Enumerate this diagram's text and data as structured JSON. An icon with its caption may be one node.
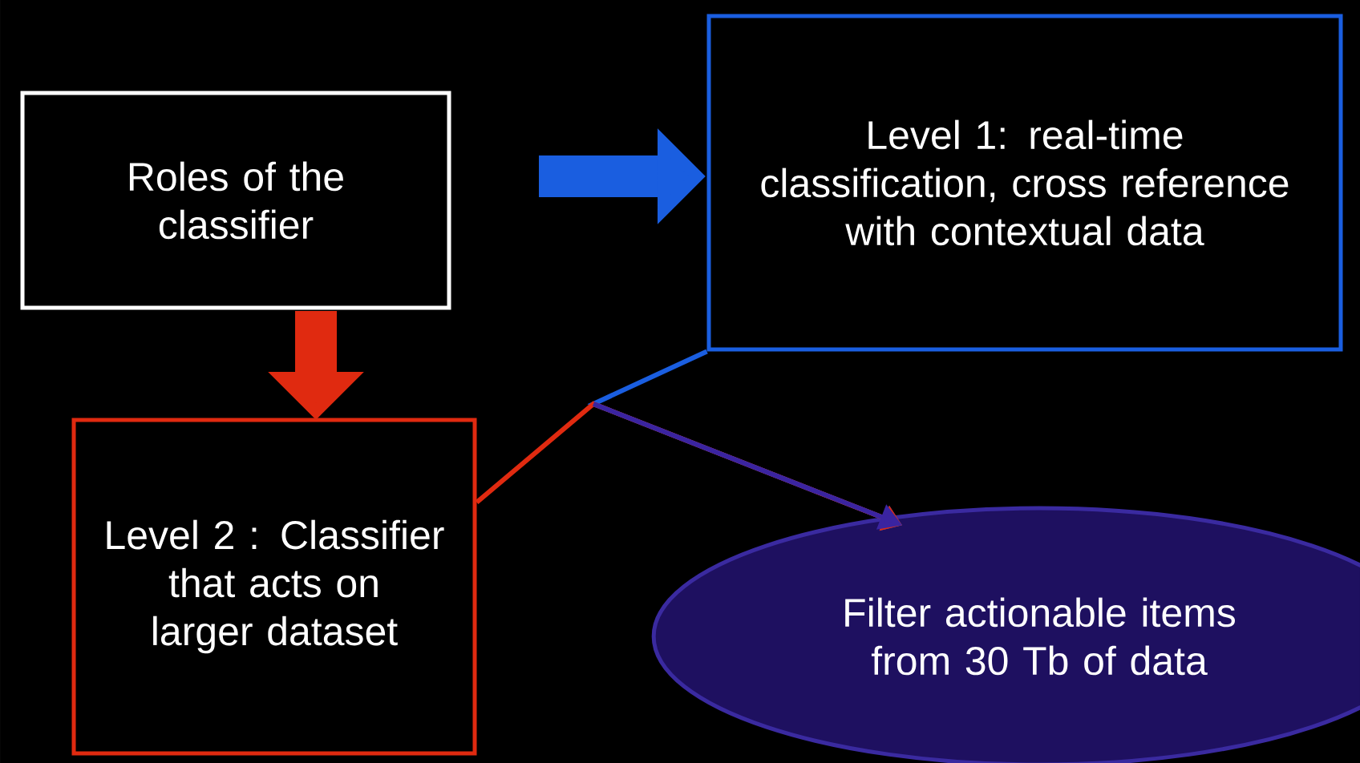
{
  "diagram": {
    "nodes": [
      {
        "text": [
          "Roles of the classifier"
        ]
      },
      {
        "text": [
          "Level 1: real-time classification, cross reference with contextual data"
        ]
      },
      {
        "text": [
          "Level 2 : Classifier that acts on larger dataset"
        ]
      },
      {
        "text": [
          "Filter actionable items from 30 Tb of data"
        ]
      }
    ],
    "edges": [
      {
        "from": 0,
        "to": 1,
        "arrow": "to",
        "style": "thick",
        "color": "#1a5ee0"
      },
      {
        "from": 0,
        "to": 2,
        "arrow": "to",
        "style": "thick",
        "color": "#e02a10"
      },
      {
        "from": 1,
        "to": 3,
        "arrow": "to",
        "color": "#1a5ee0"
      },
      {
        "from": 2,
        "to": 3,
        "arrow": "to",
        "color": "#e02a10"
      }
    ]
  }
}
